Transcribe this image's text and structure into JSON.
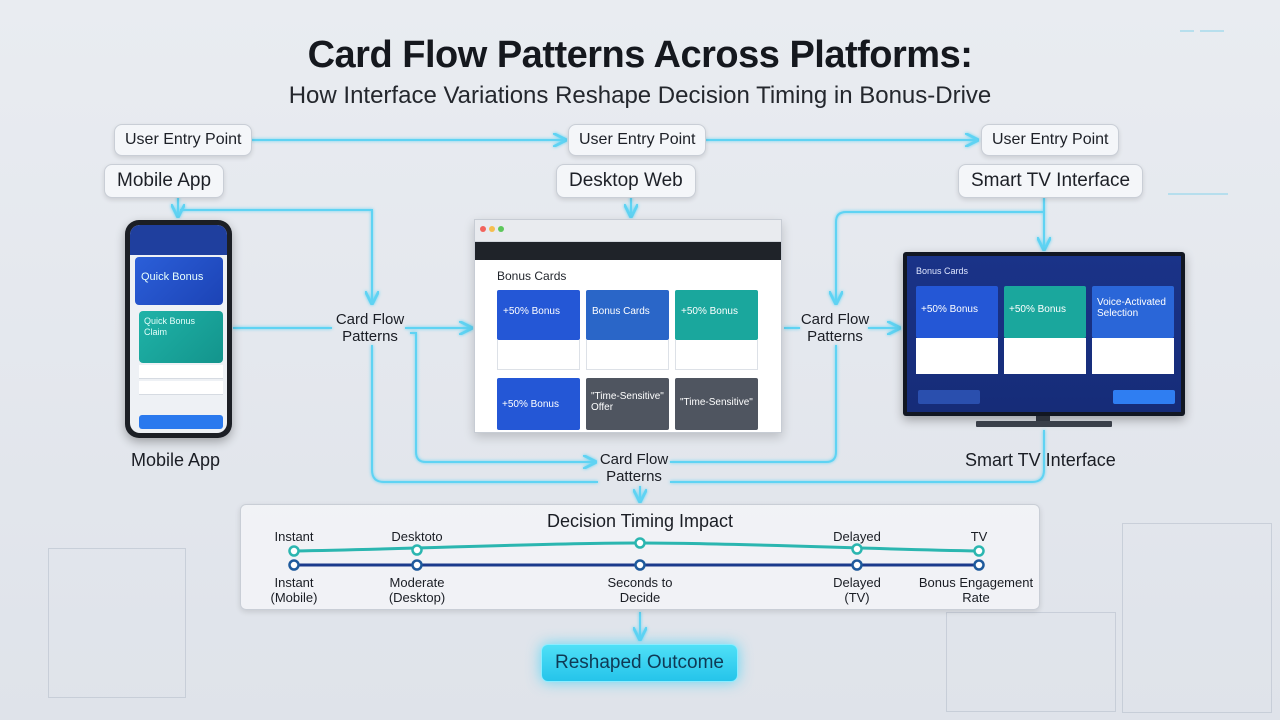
{
  "title": "Card Flow Patterns Across Platforms:",
  "subtitle": "How Interface Variations Reshape Decision Timing in Bonus-Drive",
  "entry_points": [
    "User Entry Point",
    "User Entry Point",
    "User Entry Point"
  ],
  "platforms": {
    "mobile": {
      "label": "Mobile App",
      "caption": "Mobile App"
    },
    "desktop": {
      "label": "Desktop Web"
    },
    "tv": {
      "label": "Smart TV Interface",
      "caption": "Smart TV Interface"
    }
  },
  "flow_labels": {
    "left": "Card Flow\nPatterns",
    "right": "Card Flow\nPatterns",
    "bottom": "Card Flow\nPatterns"
  },
  "mobile_screen": {
    "card1": "Quick Bonus",
    "card2": "Quick Bonus\nClaim"
  },
  "desktop_screen": {
    "heading": "Bonus Cards",
    "cards": [
      "+50% Bonus",
      "Bonus Cards",
      "+50% Bonus"
    ],
    "bottom_cards": [
      "+50% Bonus",
      "\"Time-Sensitive\"\nOffer",
      "\"Time-Sensitive\""
    ]
  },
  "tv_screen": {
    "heading": "Bonus Cards",
    "cards": [
      "+50% Bonus",
      "+50% Bonus",
      "Voice-Activated\nSelection"
    ]
  },
  "timing_panel": {
    "title": "Decision Timing Impact",
    "top_labels": [
      "Instant",
      "Desktoto",
      "Delayed",
      "TV"
    ],
    "bottom_labels": [
      "Instant\n(Mobile)",
      "Moderate\n(Desktop)",
      "Seconds to\nDecide",
      "Delayed\n(TV)",
      "Bonus Engagement\nRate"
    ]
  },
  "outcome": "Reshaped Outcome",
  "colors": {
    "flow_arrow": "#5fd3f3",
    "timeline_teal": "#2bb6b0",
    "timeline_navy": "#1b3a8c",
    "card_blue": "#2457d6",
    "card_teal": "#1aa79d",
    "card_gray": "#4f5560",
    "outcome_glow": "#3fd7f5"
  }
}
